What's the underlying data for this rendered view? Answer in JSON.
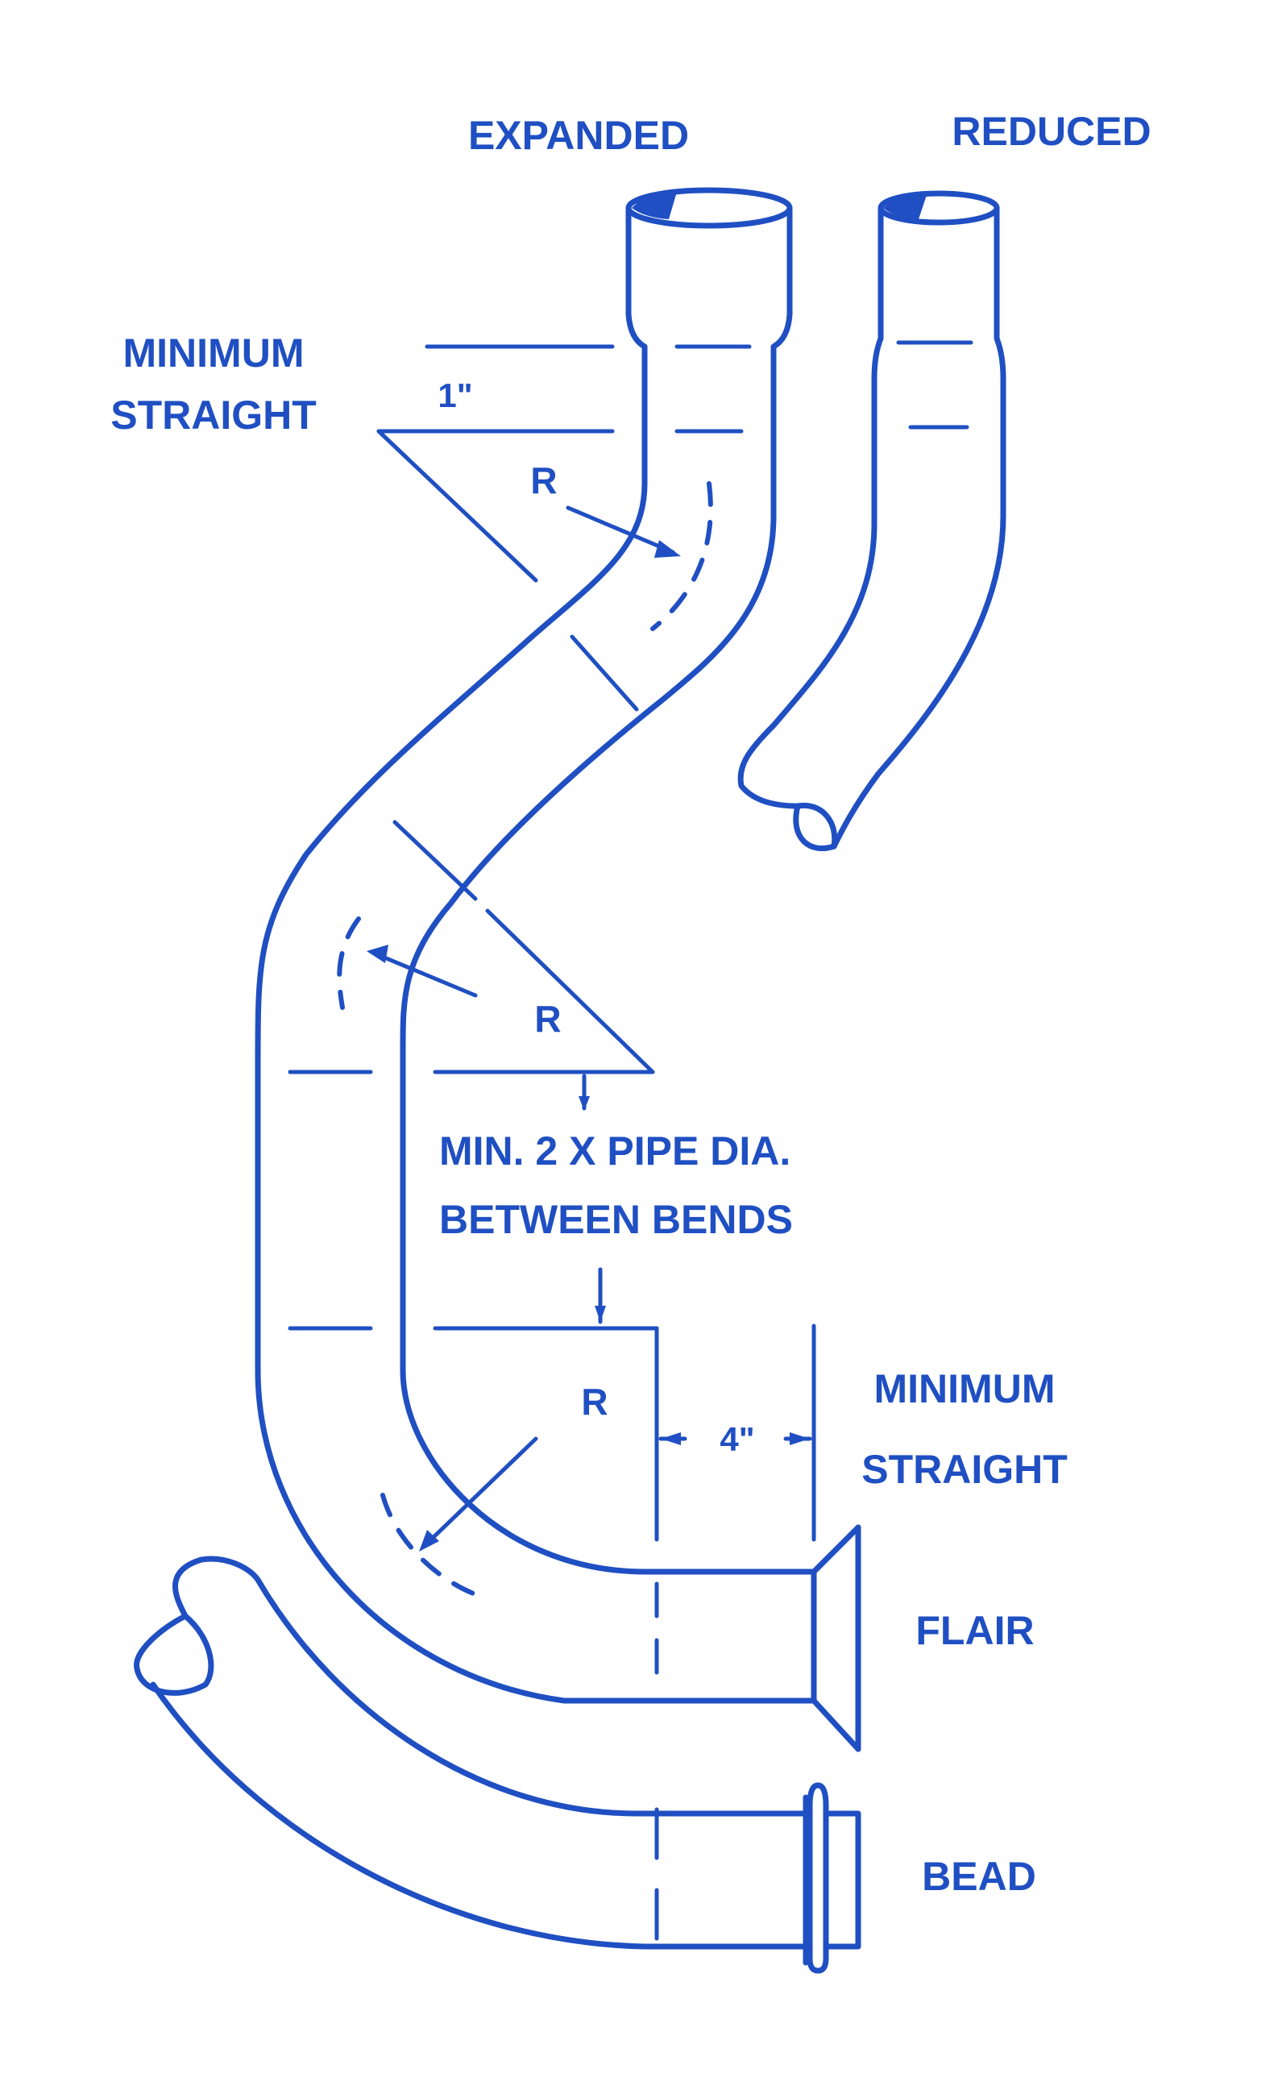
{
  "labels": {
    "expanded": "EXPANDED",
    "reduced": "REDUCED",
    "minimum_top_line1": "MINIMUM",
    "minimum_top_line2": "STRAIGHT",
    "one_inch": "1\"",
    "radius_1": "R",
    "radius_2": "R",
    "radius_3": "R",
    "between_bends_line1": "MIN. 2 X PIPE DIA.",
    "between_bends_line2": "BETWEEN BENDS",
    "four_inch": "4\"",
    "minimum_bottom_line1": "MINIMUM",
    "minimum_bottom_line2": "STRAIGHT",
    "flair": "FLAIR",
    "bead": "BEAD"
  },
  "colors": {
    "ink": "#1f4fc2",
    "background": "#ffffff"
  }
}
